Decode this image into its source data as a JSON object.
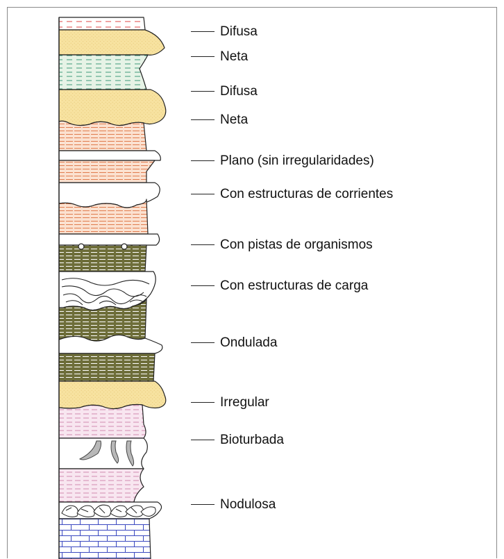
{
  "labels": [
    "Difusa",
    "Neta",
    "Difusa",
    "Neta",
    "Plano (sin irregularidades)",
    "Con estructuras de corrientes",
    "Con pistas de organismos",
    "Con estructuras de carga",
    "Ondulada",
    "Irregular",
    "Bioturbada",
    "Nodulosa"
  ],
  "colors": {
    "sand": "#f7e2a0",
    "red_dash": "#e04444",
    "green_fill": "#e6f3e6",
    "green_dash": "#3f9b7a",
    "salmon": "#fbe1d0",
    "salmon_dash": "#e07c4e",
    "olive": "#6e6e3a",
    "pink": "#f8e6f0",
    "pink_dash": "#d28ab0",
    "brick": "#3a48c0",
    "outline": "#222222",
    "frame": "#8a8a8a"
  }
}
